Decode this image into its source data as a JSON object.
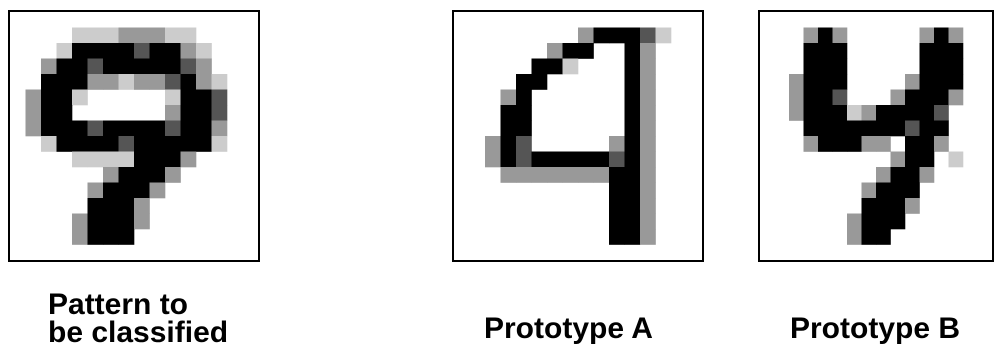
{
  "figure": {
    "panels": [
      {
        "id": "pattern",
        "caption_lines": [
          "Pattern to",
          "be classified"
        ],
        "image": "pixelated handwritten digit 9"
      },
      {
        "id": "proto-a",
        "caption_lines": [
          "Prototype A"
        ],
        "image": "pixelated handwritten digit 9 (outline style)"
      },
      {
        "id": "proto-b",
        "caption_lines": [
          "Prototype B"
        ],
        "image": "pixelated handwritten digit 4"
      }
    ]
  },
  "colors": {
    "ink": "#000000",
    "dark_gray": "#555555",
    "mid_gray": "#999999",
    "light_gray": "#cccccc",
    "paper": "#ffffff"
  }
}
